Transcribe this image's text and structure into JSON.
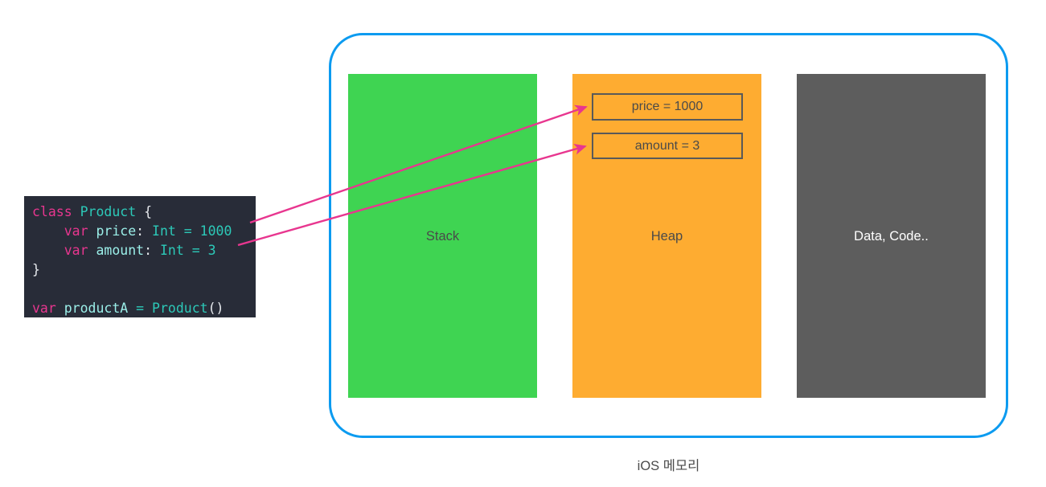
{
  "diagram": {
    "caption": "iOS 메모리",
    "container_border_color": "#0C9BF0"
  },
  "code_block": {
    "background": "#282C38",
    "language": "Swift",
    "lines": [
      {
        "tokens": [
          {
            "text": "class ",
            "kind": "keyword"
          },
          {
            "text": "Product",
            "kind": "type"
          },
          {
            "text": " {",
            "kind": "plain"
          }
        ]
      },
      {
        "tokens": [
          {
            "text": "    ",
            "kind": "plain"
          },
          {
            "text": "var ",
            "kind": "keyword"
          },
          {
            "text": "price",
            "kind": "var"
          },
          {
            "text": ": ",
            "kind": "plain"
          },
          {
            "text": "Int",
            "kind": "type"
          },
          {
            "text": " = ",
            "kind": "op"
          },
          {
            "text": "1000",
            "kind": "num"
          }
        ]
      },
      {
        "tokens": [
          {
            "text": "    ",
            "kind": "plain"
          },
          {
            "text": "var ",
            "kind": "keyword"
          },
          {
            "text": "amount",
            "kind": "var"
          },
          {
            "text": ": ",
            "kind": "plain"
          },
          {
            "text": "Int",
            "kind": "type"
          },
          {
            "text": " = ",
            "kind": "op"
          },
          {
            "text": "3",
            "kind": "num"
          }
        ]
      },
      {
        "tokens": [
          {
            "text": "}",
            "kind": "plain"
          }
        ]
      },
      {
        "tokens": [
          {
            "text": "",
            "kind": "plain"
          }
        ]
      },
      {
        "tokens": [
          {
            "text": "var ",
            "kind": "keyword"
          },
          {
            "text": "productA",
            "kind": "var"
          },
          {
            "text": " = ",
            "kind": "op"
          },
          {
            "text": "Product",
            "kind": "type"
          },
          {
            "text": "()",
            "kind": "plain"
          }
        ]
      }
    ],
    "colors": {
      "keyword": "#E8368F",
      "type": "#2CC9B8",
      "var": "#9BEFE9",
      "num": "#2CC9B8",
      "op": "#2CC9B8",
      "plain": "#E6E9ED"
    }
  },
  "regions": [
    {
      "id": "stack",
      "label": "Stack",
      "color": "#3FD452",
      "text_color": "#4A4A4A"
    },
    {
      "id": "heap",
      "label": "Heap",
      "color": "#FEAC31",
      "text_color": "#4A4A4A"
    },
    {
      "id": "data_code",
      "label": "Data, Code..",
      "color": "#5D5D5D",
      "text_color": "#FFFFFF"
    }
  ],
  "heap_objects": [
    {
      "id": "price",
      "label": "price = 1000",
      "border_color": "#595959",
      "text_color": "#4A4A4A"
    },
    {
      "id": "amount",
      "label": "amount = 3",
      "border_color": "#595959",
      "text_color": "#4A4A4A"
    }
  ],
  "arrows": [
    {
      "id": "price-arrow",
      "from": "code-price-line",
      "to": "heap-box-price",
      "color": "#E8368F"
    },
    {
      "id": "amount-arrow",
      "from": "code-amount-line",
      "to": "heap-box-amount",
      "color": "#E8368F"
    }
  ]
}
